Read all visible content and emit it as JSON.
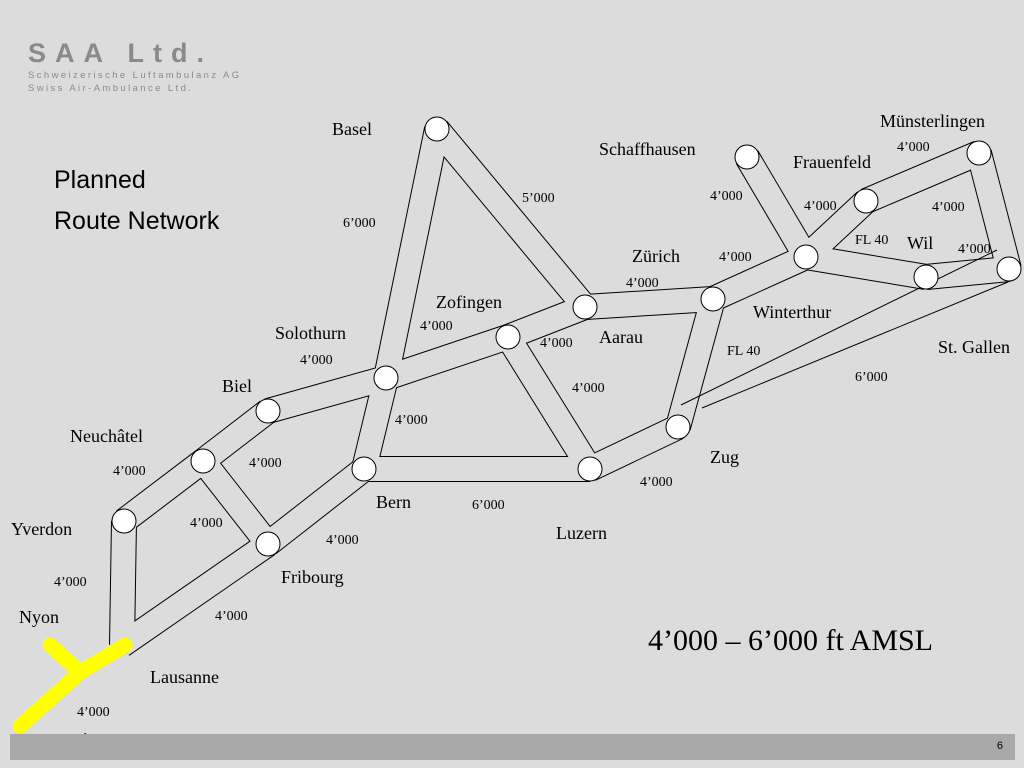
{
  "header": {
    "company": "SAA Ltd.",
    "subtitle_de": "Schweizerische Luftambulanz AG",
    "subtitle_en": "Swiss Air-Ambulance Ltd."
  },
  "heading": {
    "line1": "Planned",
    "line2": "Route Network"
  },
  "range_label": "4’000 – 6’000 ft AMSL",
  "page_number": "6",
  "colors": {
    "background": "#dcdcdc",
    "footer_bar": "#a9a9a9",
    "highlight": "#ffff00",
    "brand": "#8a8a8a"
  },
  "cities": {
    "basel": "Basel",
    "schaffhausen": "Schaffhausen",
    "frauenfeld": "Frauenfeld",
    "munsterlingen": "Münsterlingen",
    "zurich": "Zürich",
    "wil": "Wil",
    "stgallen": "St. Gallen",
    "winterthur": "Winterthur",
    "aarau": "Aarau",
    "zofingen": "Zofingen",
    "solothurn": "Solothurn",
    "biel": "Biel",
    "neuchatel": "Neuchâtel",
    "yverdon": "Yverdon",
    "bern": "Bern",
    "luzern": "Luzern",
    "zug": "Zug",
    "fribourg": "Fribourg",
    "nyon": "Nyon",
    "lausanne": "Lausanne",
    "geneve": "Genève"
  },
  "altitudes": [
    "6’000",
    "5’000",
    "4’000",
    "4’000",
    "4’000",
    "4’000",
    "4’000",
    "4’000",
    "FL 40",
    "4’000",
    "4’000",
    "4’000",
    "FL 40",
    "6’000",
    "4’000",
    "4’000",
    "4’000",
    "4’000",
    "4’000",
    "4’000",
    "4’000",
    "6’000",
    "4’000",
    "4’000",
    "4’000",
    "4’000",
    "4’000"
  ]
}
